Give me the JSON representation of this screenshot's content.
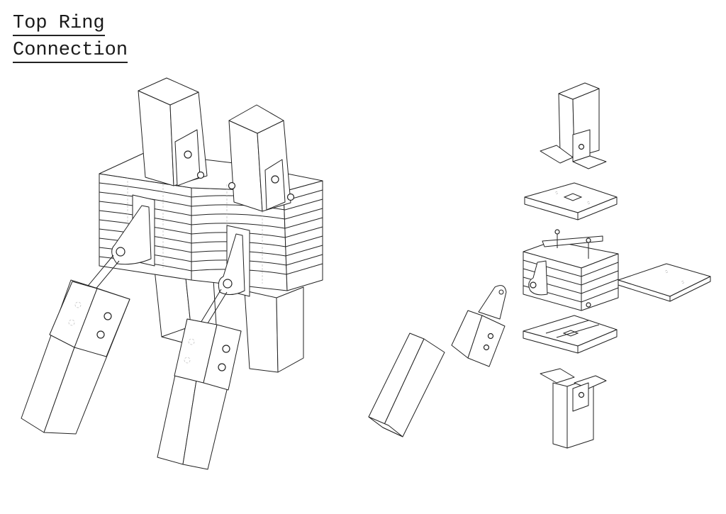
{
  "title": {
    "line1": "Top Ring",
    "line2": "Connection"
  },
  "diagram": {
    "type": "axonometric-exploded-drawing",
    "views": [
      {
        "name": "assembled-view",
        "components": [
          "upper-post-left",
          "upper-post-right",
          "laminated-ring-block",
          "gusset-plate-left",
          "gusset-plate-right",
          "lower-strut-left",
          "lower-strut-right",
          "lower-post-left",
          "lower-post-right"
        ]
      },
      {
        "name": "exploded-view",
        "components": [
          "upper-post-with-bracket",
          "top-cap-plate",
          "laminated-core-with-bolts",
          "side-plate",
          "bottom-plate",
          "lower-post-with-bracket",
          "strut-bracket",
          "strut-member"
        ]
      }
    ],
    "line_color": "#222222",
    "background": "#ffffff"
  }
}
